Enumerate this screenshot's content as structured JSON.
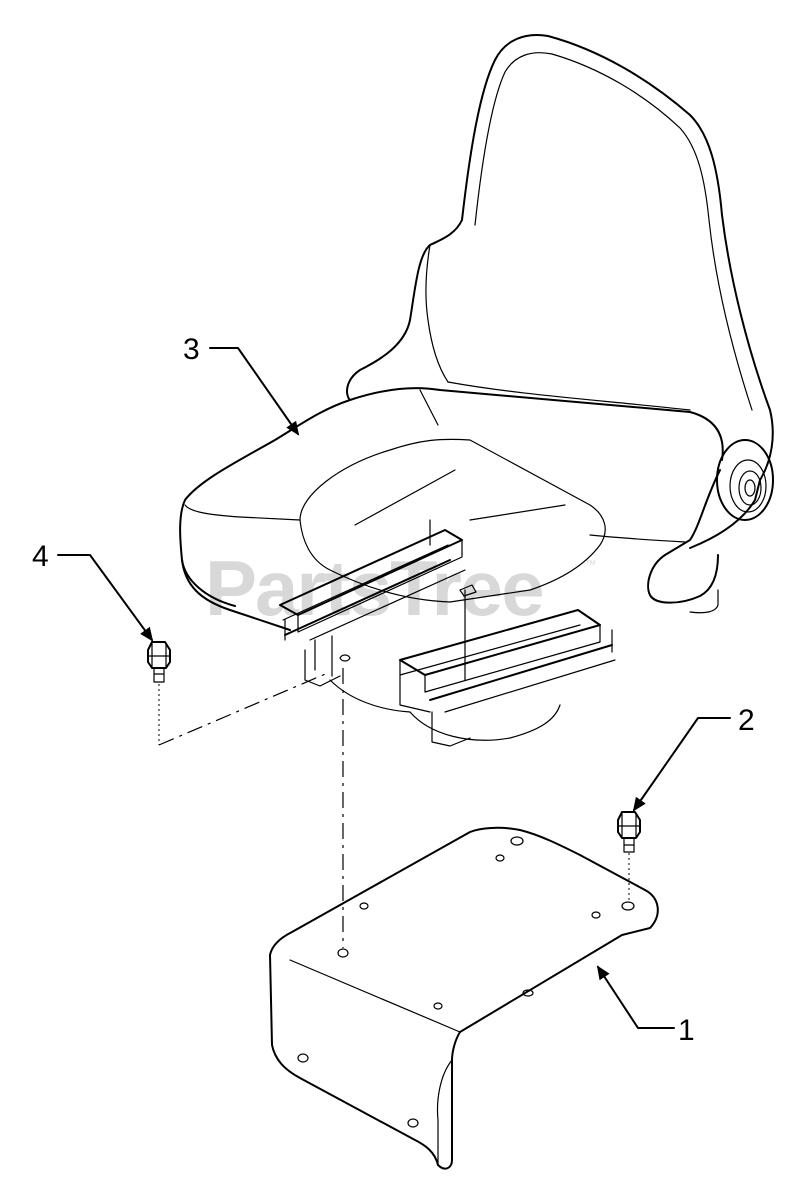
{
  "watermark": {
    "text": "PartsTree",
    "tm": "™"
  },
  "callouts": [
    {
      "id": "part-1",
      "number": "1",
      "part": "seat-mounting-bracket"
    },
    {
      "id": "part-2",
      "number": "2",
      "part": "bolt"
    },
    {
      "id": "part-3",
      "number": "3",
      "part": "seat"
    },
    {
      "id": "part-4",
      "number": "4",
      "part": "bolt"
    }
  ]
}
